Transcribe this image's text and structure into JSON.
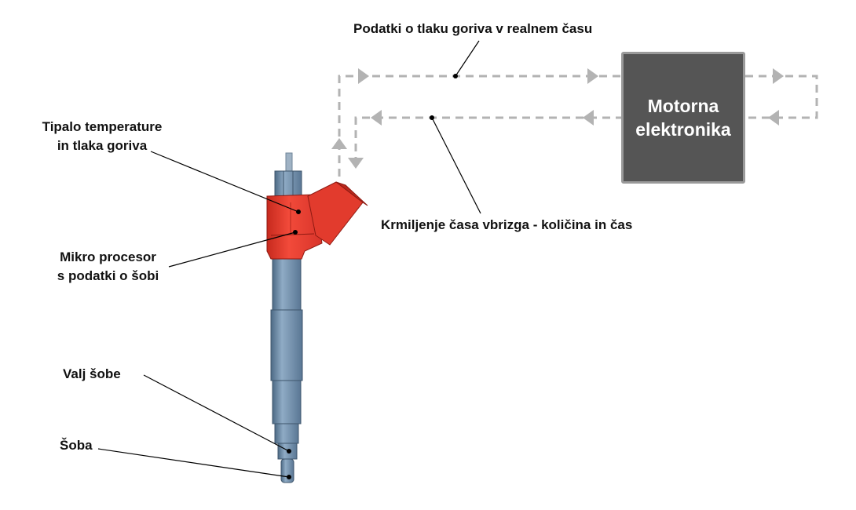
{
  "labels": {
    "sensor": [
      "Tipalo temperature",
      "in tlaka goriva"
    ],
    "microprocessor": [
      "Mikro procesor",
      "s podatki o šobi"
    ],
    "nozzle_body": "Valj šobe",
    "nozzle": "Šoba",
    "pressure_data": "Podatki o tlaku goriva v realnem času",
    "injection_control": "Krmiljenje časa vbrizga - količina in čas",
    "ecu": [
      "Motorna",
      "elektronika"
    ]
  },
  "colors": {
    "injector_body": "#6f8fad",
    "injector_head": "#e8392b",
    "signal_line": "#b3b3b3",
    "ecu_box": "#555555",
    "ecu_border": "#9a9a9a",
    "leader_line": "#000000"
  }
}
